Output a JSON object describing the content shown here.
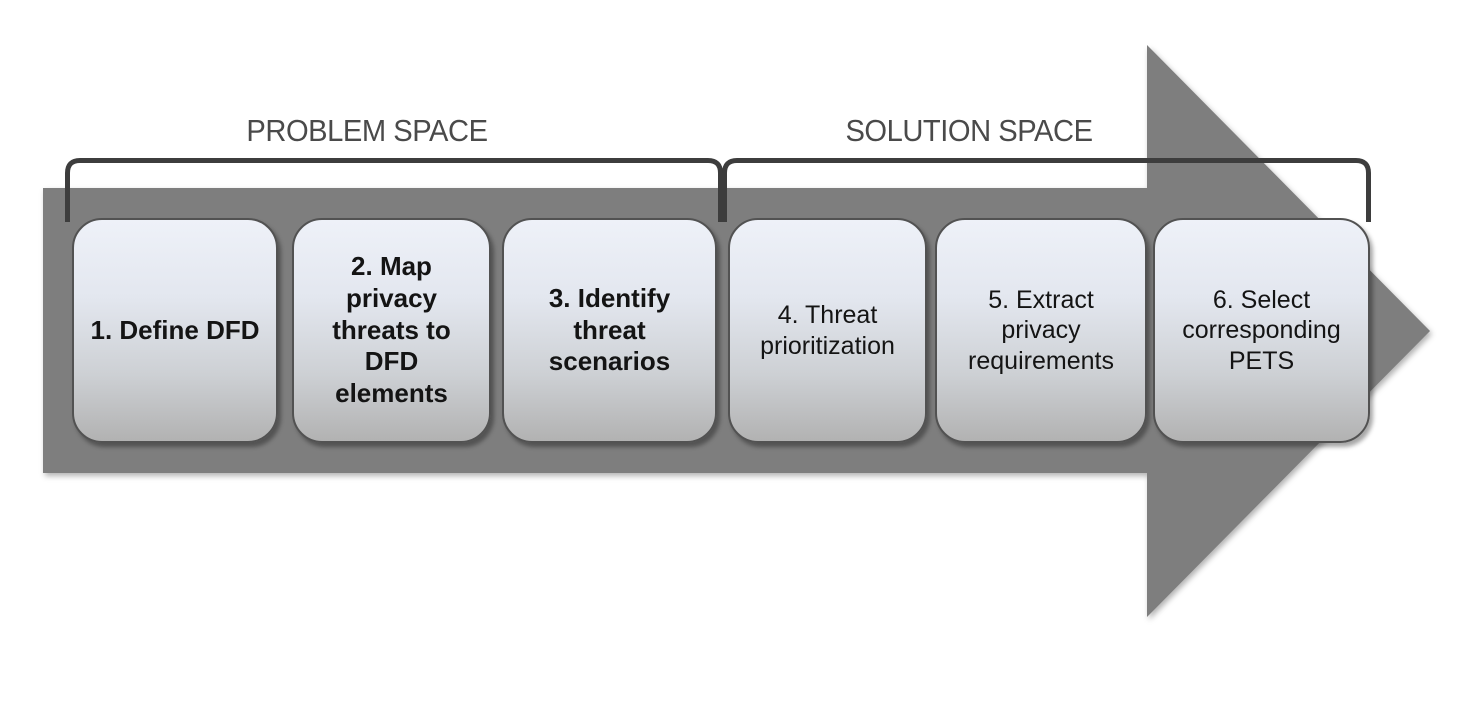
{
  "diagram": {
    "problem_space_label": "PROBLEM SPACE",
    "solution_space_label": "SOLUTION SPACE",
    "steps": [
      {
        "number": 1,
        "label": "1. Define DFD",
        "space": "problem",
        "emphasis": "bold"
      },
      {
        "number": 2,
        "label": "2. Map\nprivacy\nthreats to\nDFD\nelements",
        "space": "problem",
        "emphasis": "bold"
      },
      {
        "number": 3,
        "label": "3. Identify\nthreat\nscenarios",
        "space": "problem",
        "emphasis": "bold"
      },
      {
        "number": 4,
        "label": "4. Threat\nprioritization",
        "space": "solution",
        "emphasis": "regular"
      },
      {
        "number": 5,
        "label": "5. Extract\nprivacy\nrequirements",
        "space": "solution",
        "emphasis": "regular"
      },
      {
        "number": 6,
        "label": "6. Select\ncorresponding\nPETS",
        "space": "solution",
        "emphasis": "regular"
      }
    ],
    "colors": {
      "arrow_fill": "#7e7e7e",
      "bracket_stroke": "#3d3d3d",
      "space_label_text": "#4a4a4a",
      "box_border": "#525252",
      "box_text": "#141414",
      "box_gradient_top": "#eef1f8",
      "box_gradient_bottom": "#b2b2b2"
    }
  }
}
